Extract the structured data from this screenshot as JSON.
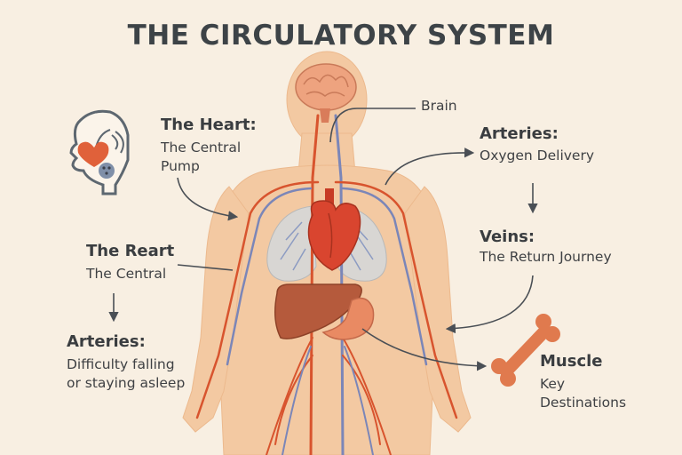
{
  "title": "THE CIRCULATORY SYSTEM",
  "labels": {
    "brain": "Brain",
    "heart_title": "The Heart:",
    "heart_sub_1": "The Central",
    "heart_sub_2": "Pump",
    "reart_title": "The Reart",
    "reart_sub": "The Central",
    "arteries_left_title": "Arteries:",
    "arteries_left_sub_1": "Difficulty falling",
    "arteries_left_sub_2": "or staying asleep",
    "arteries_right_title": "Arteries:",
    "arteries_right_sub": "Oxygen Delivery",
    "veins_title": "Veins:",
    "veins_sub": "The Return Journey",
    "muscle_title": "Muscle",
    "muscle_sub_1": "Key",
    "muscle_sub_2": "Destinations"
  },
  "colors": {
    "background": "#f8efe2",
    "skin": "#f3c9a2",
    "artery": "#d8542e",
    "vein": "#7b86b8",
    "heart": "#d9452f",
    "liver": "#b55a3c",
    "lung": "#d6d6d6",
    "bone": "#e07a4e"
  },
  "icons": [
    "head-profile-icon",
    "heart-icon",
    "bone-icon"
  ]
}
